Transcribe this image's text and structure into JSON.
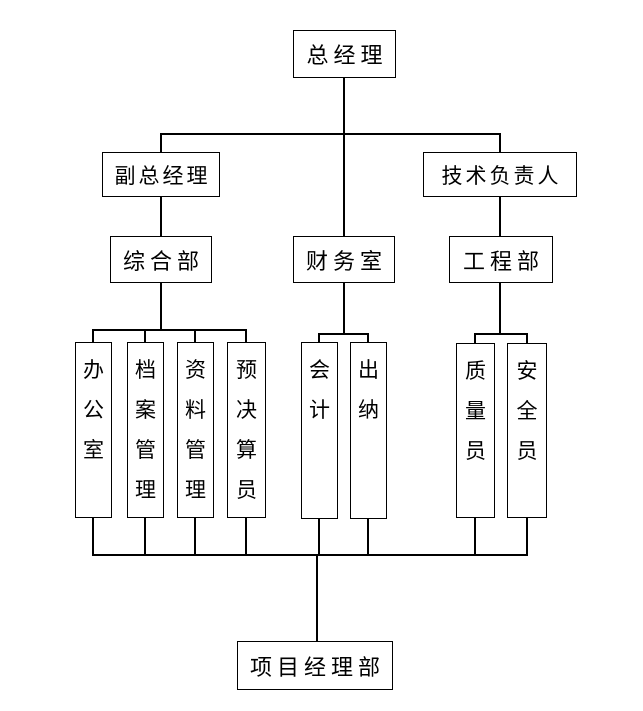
{
  "diagram": {
    "type": "org-chart",
    "background_color": "#ffffff",
    "line_color": "#000000",
    "box_border_color": "#000000",
    "text_color": "#000000",
    "nodes": {
      "general_manager": {
        "label": "总经理"
      },
      "deputy_general_manager": {
        "label": "副总经理"
      },
      "technical_director": {
        "label": "技术负责人"
      },
      "comprehensive_dept": {
        "label": "综合部"
      },
      "finance_office": {
        "label": "财务室"
      },
      "engineering_dept": {
        "label": "工程部"
      },
      "office": {
        "label": "办公室"
      },
      "archive_management": {
        "label": "档案管理"
      },
      "document_management": {
        "label": "资料管理"
      },
      "budget_estimator": {
        "label": "预决算员"
      },
      "accountant": {
        "label": "会计"
      },
      "cashier": {
        "label": "出纳"
      },
      "quality_officer": {
        "label": "质量员"
      },
      "safety_officer": {
        "label": "安全员"
      },
      "project_manager_dept": {
        "label": "项目经理部"
      }
    },
    "edges": [
      [
        "general_manager",
        "deputy_general_manager"
      ],
      [
        "general_manager",
        "finance_office"
      ],
      [
        "general_manager",
        "technical_director"
      ],
      [
        "deputy_general_manager",
        "comprehensive_dept"
      ],
      [
        "technical_director",
        "engineering_dept"
      ],
      [
        "comprehensive_dept",
        "office"
      ],
      [
        "comprehensive_dept",
        "archive_management"
      ],
      [
        "comprehensive_dept",
        "document_management"
      ],
      [
        "comprehensive_dept",
        "budget_estimator"
      ],
      [
        "finance_office",
        "accountant"
      ],
      [
        "finance_office",
        "cashier"
      ],
      [
        "engineering_dept",
        "quality_officer"
      ],
      [
        "engineering_dept",
        "safety_officer"
      ],
      [
        "office",
        "project_manager_dept"
      ],
      [
        "archive_management",
        "project_manager_dept"
      ],
      [
        "document_management",
        "project_manager_dept"
      ],
      [
        "budget_estimator",
        "project_manager_dept"
      ],
      [
        "accountant",
        "project_manager_dept"
      ],
      [
        "cashier",
        "project_manager_dept"
      ],
      [
        "quality_officer",
        "project_manager_dept"
      ],
      [
        "safety_officer",
        "project_manager_dept"
      ]
    ]
  }
}
